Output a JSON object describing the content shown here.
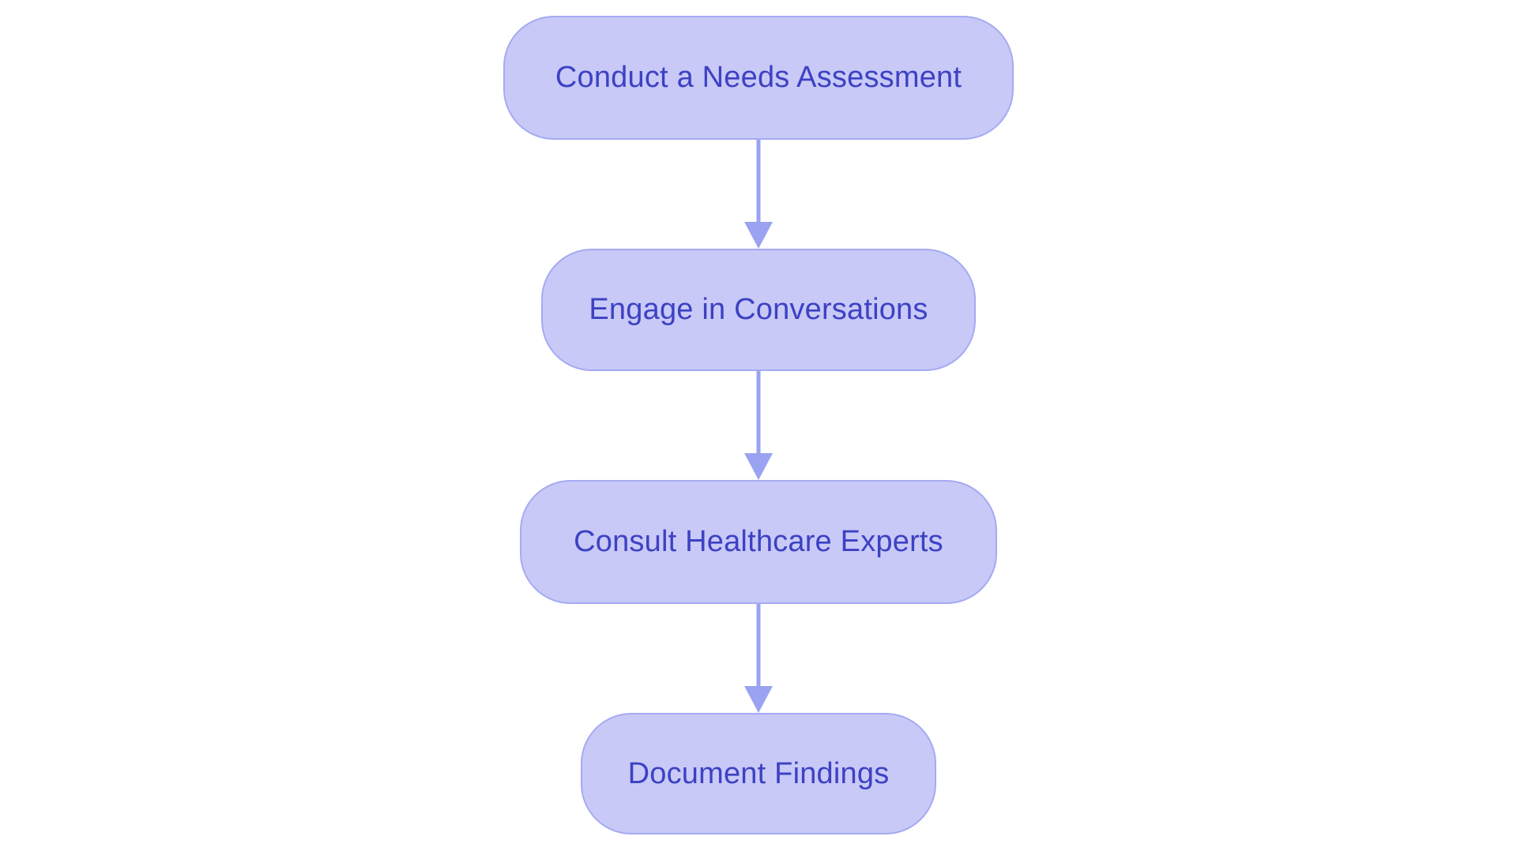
{
  "diagram": {
    "type": "flowchart",
    "direction": "top-down",
    "nodes": [
      {
        "id": "step-1",
        "label": "Conduct a Needs Assessment"
      },
      {
        "id": "step-2",
        "label": "Engage in Conversations"
      },
      {
        "id": "step-3",
        "label": "Consult Healthcare Experts"
      },
      {
        "id": "step-4",
        "label": "Document Findings"
      }
    ],
    "edges": [
      {
        "from": "step-1",
        "to": "step-2"
      },
      {
        "from": "step-2",
        "to": "step-3"
      },
      {
        "from": "step-3",
        "to": "step-4"
      }
    ],
    "colors": {
      "background": "#ffffff",
      "node_fill": "#c8c9f7",
      "node_border": "#a5aaf2",
      "node_text": "#3d41c3",
      "arrow_color": "#9aa3f1"
    }
  }
}
